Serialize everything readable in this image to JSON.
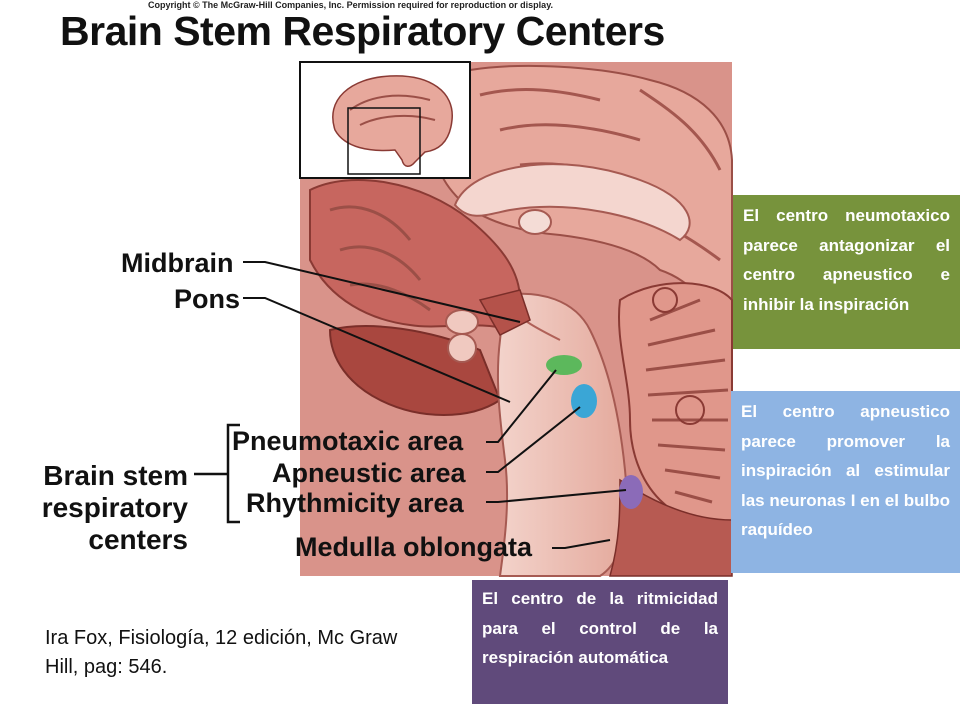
{
  "copyright": "Copyright © The McGraw-Hill Companies, Inc. Permission required for reproduction or display.",
  "title": "Brain Stem Respiratory Centers",
  "labels": {
    "midbrain": "Midbrain",
    "pons": "Pons",
    "pneumotaxic": "Pneumotaxic area",
    "apneustic": "Apneustic area",
    "rhythmicity": "Rhythmicity area",
    "medulla": "Medulla oblongata",
    "group_line1": "Brain stem",
    "group_line2": "respiratory",
    "group_line3": "centers"
  },
  "notes": {
    "green": "El centro neumotaxico parece antagonizar el centro apneustico e inhibir la inspiración",
    "blue": "El centro apneustico parece promover la inspiración al estimular las neuronas I en el bulbo raquídeo",
    "purple": "El centro de la ritmicidad para el control de la respiración automática"
  },
  "citation": "Ira Fox, Fisiología, 12 edición, Mc Graw Hill, pag: 546.",
  "colors": {
    "green_box": "#77933c",
    "blue_box": "#8eb4e3",
    "purple_box": "#604a7b",
    "pneumotaxic_marker": "#5cb85c",
    "apneustic_marker": "#3aa6d6",
    "rhythmicity_marker": "#8b6bb8"
  }
}
